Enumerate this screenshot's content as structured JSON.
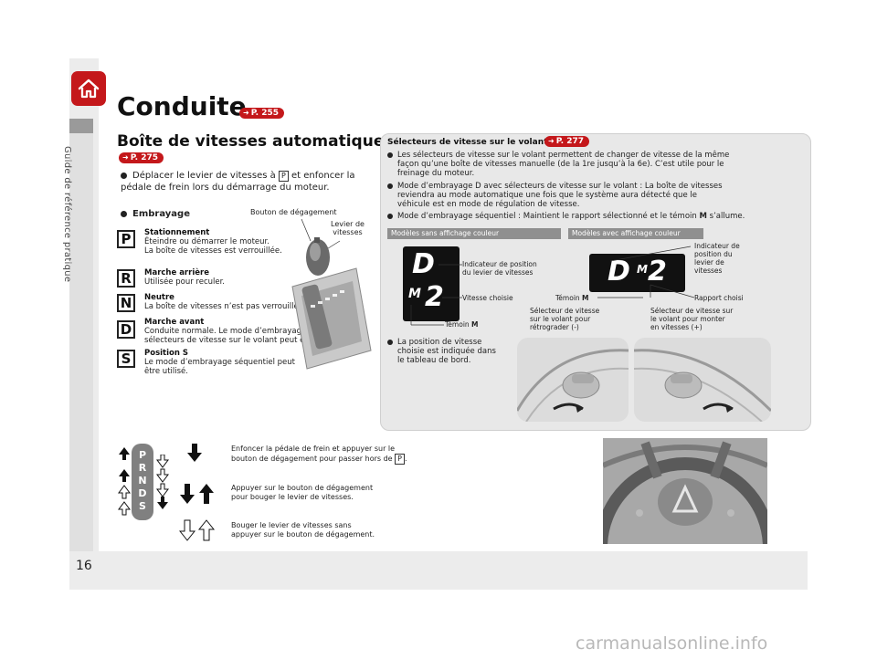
{
  "sidebar": {
    "label": "Guide de référence pratique"
  },
  "page_number": "16",
  "header": {
    "title": "Conduite",
    "ref": "P. 255"
  },
  "section": {
    "title": "Boîte de vitesses automatique",
    "ref": "P. 275",
    "bullet_text": "Déplacer le levier de vitesses à",
    "bullet_p": "P",
    "bullet_text2": "et enfoncer la pédale de frein lors du démarrage du moteur.",
    "embrayage": "Embrayage"
  },
  "shifter": {
    "release_label": "Bouton de dégagement",
    "lever_label_1": "Levier de",
    "lever_label_2": "vitesses"
  },
  "gears": [
    {
      "letter": "P",
      "title": "Stationnement",
      "line1": "Éteindre ou démarrer le moteur.",
      "line2": "La boîte de vitesses est verrouillée."
    },
    {
      "letter": "R",
      "title": "Marche arrière",
      "line1": "Utilisée pour reculer.",
      "line2": ""
    },
    {
      "letter": "N",
      "title": "Neutre",
      "line1": "La boîte de vitesses n’est pas verrouillée.",
      "line2": ""
    },
    {
      "letter": "D",
      "title": "Marche avant",
      "line1": "Conduite normale. Le mode d’embrayage D avec",
      "line2": "sélecteurs de vitesse sur le volant peut être utilisé."
    },
    {
      "letter": "S",
      "title": "Position S",
      "line1": "Le mode d’embrayage séquentiel peut",
      "line2": "être utilisé."
    }
  ],
  "paddles": {
    "title": "Sélecteurs de vitesse sur le volant",
    "ref": "P. 277",
    "b1_l1": "Les sélecteurs de vitesse sur le volant permettent de changer de vitesse de la même",
    "b1_l2": "façon qu’une boîte de vitesses manuelle (de la 1re jusqu’à la 6e). C’est utile pour le",
    "b1_l3": "freinage du moteur.",
    "b2_l1": "Mode d’embrayage D avec sélecteurs de vitesse sur le volant : La boîte de vitesses",
    "b2_l2": "reviendra au mode automatique une fois que le système aura détecté que le",
    "b2_l3": "véhicule est en mode de régulation de vitesse.",
    "b3_a": "Mode d’embrayage séquentiel : Maintient le rapport sélectionné et le témoin",
    "b3_m": "M",
    "b3_b": "s’allume.",
    "tag_left": "Modèles sans affichage couleur",
    "tag_right": "Modèles avec affichage couleur",
    "lcd_left_top": "D",
    "lcd_left_bottom": "2",
    "lcd_left_m": "M",
    "lcd_right": "D",
    "lcd_right_m": "M",
    "lcd_right_num": "2",
    "lbl_indic_l1": "Indicateur de position",
    "lbl_indic_l2": "du levier de vitesses",
    "lbl_vitesse": "Vitesse choisie",
    "lbl_temoin": "Témoin",
    "lbl_temoin_m": "M",
    "lbl_indic_r1": "Indicateur de",
    "lbl_indic_r2": "position du",
    "lbl_indic_r3": "levier de",
    "lbl_indic_r4": "vitesses",
    "lbl_temoin_r": "Témoin",
    "lbl_rapport": "Rapport choisi",
    "lbl_down_1": "Sélecteur de vitesse",
    "lbl_down_2": "sur le volant pour",
    "lbl_down_3": "rétrograder (-)",
    "lbl_up_1": "Sélecteur de vitesse sur",
    "lbl_up_2": "le volant pour monter",
    "lbl_up_3": "en vitesses (+)",
    "lb_1": "La position de vitesse",
    "lb_2": "choisie est indiquée dans",
    "lb_3": "le tableau de bord."
  },
  "legend": {
    "strip": [
      "P",
      "R",
      "N",
      "D",
      "S"
    ],
    "item1_l1": "Enfoncer la pédale de frein et appuyer sur le",
    "item1_l2": "bouton de dégagement pour passer hors de",
    "item1_p": "P",
    "item2_l1": "Appuyer sur le bouton de dégagement",
    "item2_l2": "pour bouger le levier de vitesses.",
    "item3_l1": "Bouger le levier de vitesses sans",
    "item3_l2": "appuyer sur le bouton de dégagement."
  },
  "watermark": "carmanualsonline.info",
  "colors": {
    "accent": "#c4181b",
    "panel": "#e8e8e8",
    "tag": "#8f8f8f"
  }
}
